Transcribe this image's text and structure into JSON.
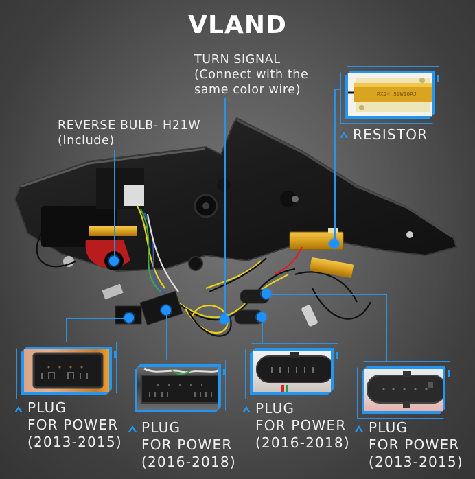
{
  "brand": {
    "name": "VLAND"
  },
  "colors": {
    "accent_blue": "#2196f3",
    "callout_blue": "#2a90e8",
    "background_dark": "#3f3f3f",
    "text": "#f0f0f0",
    "wire_yellow": "#e8d21a",
    "resistor_gold": "#d9a520"
  },
  "callouts": {
    "turn_signal": {
      "lines": [
        "TURN SIGNAL",
        "(Connect with the",
        "same color wire)"
      ]
    },
    "reverse_bulb": {
      "lines": [
        "REVERSE BULB- H21W",
        "(Include)"
      ]
    },
    "resistor": {
      "icon": "caret-up-icon",
      "label": "RESISTOR",
      "resistor_marking": "RX24 50W10RJ"
    }
  },
  "plugs": [
    {
      "icon": "caret-up-icon",
      "title": "PLUG",
      "subtitle": "FOR POWER",
      "years": "(2013-2015)",
      "connector": "rectangular-8pin"
    },
    {
      "icon": "caret-up-icon",
      "title": "PLUG",
      "subtitle": "FOR POWER",
      "years": "(2016-2018)",
      "connector": "rectangular-multi-pin"
    },
    {
      "icon": "caret-up-icon",
      "title": "PLUG",
      "subtitle": "FOR POWER",
      "years": "(2016-2018)",
      "connector": "oval-6pin"
    },
    {
      "icon": "caret-up-icon",
      "title": "PLUG",
      "subtitle": "FOR POWER",
      "years": "(2013-2015)",
      "connector": "oval-5pin"
    }
  ]
}
